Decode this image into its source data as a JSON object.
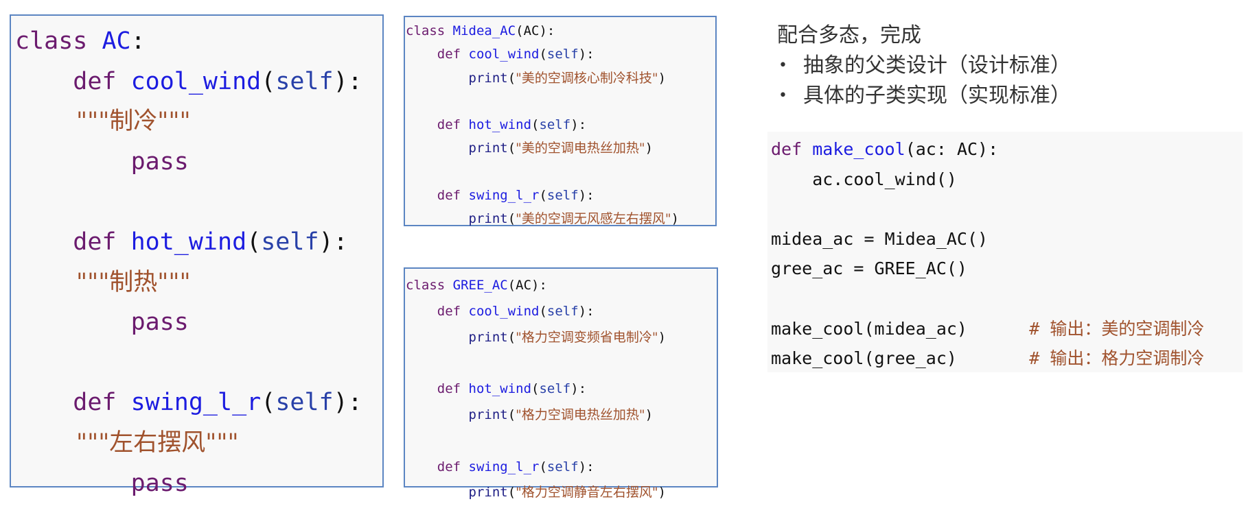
{
  "base_class": [
    [
      [
        "class ",
        "kw"
      ],
      [
        "AC",
        "fn"
      ],
      [
        ":",
        "pl"
      ]
    ],
    [
      [
        "    def ",
        "kw"
      ],
      [
        "cool_wind",
        "fn"
      ],
      [
        "(",
        "pl"
      ],
      [
        "self",
        "self"
      ],
      [
        "):",
        "pl"
      ]
    ],
    [
      [
        "        \"\"\"制冷\"\"\"",
        "str"
      ]
    ],
    [
      [
        "        pass",
        "kw"
      ]
    ],
    [
      [
        "",
        ""
      ]
    ],
    [
      [
        "    def ",
        "kw"
      ],
      [
        "hot_wind",
        "fn"
      ],
      [
        "(",
        "pl"
      ],
      [
        "self",
        "self"
      ],
      [
        "):",
        "pl"
      ]
    ],
    [
      [
        "        \"\"\"制热\"\"\"",
        "str"
      ]
    ],
    [
      [
        "        pass",
        "kw"
      ]
    ],
    [
      [
        "",
        ""
      ]
    ],
    [
      [
        "    def ",
        "kw"
      ],
      [
        "swing_l_r",
        "fn"
      ],
      [
        "(",
        "pl"
      ],
      [
        "self",
        "self"
      ],
      [
        "):",
        "pl"
      ]
    ],
    [
      [
        "        \"\"\"左右摆风\"\"\"",
        "str"
      ]
    ],
    [
      [
        "        pass",
        "kw"
      ]
    ]
  ],
  "midea_class": [
    [
      [
        "class ",
        "kw"
      ],
      [
        "Midea_AC",
        "fn"
      ],
      [
        "(AC):",
        "pl"
      ]
    ],
    [
      [
        "    def ",
        "kw"
      ],
      [
        "cool_wind",
        "fn"
      ],
      [
        "(",
        "pl"
      ],
      [
        "self",
        "self"
      ],
      [
        "):",
        "pl"
      ]
    ],
    [
      [
        "        print",
        "bi"
      ],
      [
        "(",
        "pl"
      ],
      [
        "\"美的空调核心制冷科技\"",
        "str"
      ],
      [
        ")",
        "pl"
      ]
    ],
    [
      [
        "",
        ""
      ]
    ],
    [
      [
        "    def ",
        "kw"
      ],
      [
        "hot_wind",
        "fn"
      ],
      [
        "(",
        "pl"
      ],
      [
        "self",
        "self"
      ],
      [
        "):",
        "pl"
      ]
    ],
    [
      [
        "        print",
        "bi"
      ],
      [
        "(",
        "pl"
      ],
      [
        "\"美的空调电热丝加热\"",
        "str"
      ],
      [
        ")",
        "pl"
      ]
    ],
    [
      [
        "",
        ""
      ]
    ],
    [
      [
        "    def ",
        "kw"
      ],
      [
        "swing_l_r",
        "fn"
      ],
      [
        "(",
        "pl"
      ],
      [
        "self",
        "self"
      ],
      [
        "):",
        "pl"
      ]
    ],
    [
      [
        "        print",
        "bi"
      ],
      [
        "(",
        "pl"
      ],
      [
        "\"美的空调无风感左右摆风\"",
        "str"
      ],
      [
        ")",
        "pl"
      ]
    ]
  ],
  "gree_class": [
    [
      [
        "class ",
        "kw"
      ],
      [
        "GREE_AC",
        "fn"
      ],
      [
        "(AC):",
        "pl"
      ]
    ],
    [
      [
        "    def ",
        "kw"
      ],
      [
        "cool_wind",
        "fn"
      ],
      [
        "(",
        "pl"
      ],
      [
        "self",
        "self"
      ],
      [
        "):",
        "pl"
      ]
    ],
    [
      [
        "        print",
        "bi"
      ],
      [
        "(",
        "pl"
      ],
      [
        "\"格力空调变频省电制冷\"",
        "str"
      ],
      [
        ")",
        "pl"
      ]
    ],
    [
      [
        "",
        ""
      ]
    ],
    [
      [
        "    def ",
        "kw"
      ],
      [
        "hot_wind",
        "fn"
      ],
      [
        "(",
        "pl"
      ],
      [
        "self",
        "self"
      ],
      [
        "):",
        "pl"
      ]
    ],
    [
      [
        "        print",
        "bi"
      ],
      [
        "(",
        "pl"
      ],
      [
        "\"格力空调电热丝加热\"",
        "str"
      ],
      [
        ")",
        "pl"
      ]
    ],
    [
      [
        "",
        ""
      ]
    ],
    [
      [
        "    def ",
        "kw"
      ],
      [
        "swing_l_r",
        "fn"
      ],
      [
        "(",
        "pl"
      ],
      [
        "self",
        "self"
      ],
      [
        "):",
        "pl"
      ]
    ],
    [
      [
        "        print",
        "bi"
      ],
      [
        "(",
        "pl"
      ],
      [
        "\"格力空调静音左右摆风\"",
        "str"
      ],
      [
        ")",
        "pl"
      ]
    ]
  ],
  "heading": {
    "title": "配合多态，完成",
    "bullets": [
      "抽象的父类设计（设计标准）",
      "具体的子类实现（实现标准）"
    ],
    "bullet_symbol": "•"
  },
  "main_code": [
    [
      [
        "def ",
        "kw"
      ],
      [
        "make_cool",
        "fn"
      ],
      [
        "(ac: AC):",
        "pl"
      ]
    ],
    [
      [
        "    ac.cool_wind()",
        "pl"
      ]
    ],
    [
      [
        "",
        ""
      ]
    ],
    [
      [
        "midea_ac = Midea_AC()",
        "pl"
      ]
    ],
    [
      [
        "gree_ac = GREE_AC()",
        "pl"
      ]
    ],
    [
      [
        "",
        ""
      ]
    ],
    [
      [
        "make_cool(midea_ac)      ",
        "pl"
      ],
      [
        "# 输出：美的空调制冷",
        "cm"
      ]
    ],
    [
      [
        "make_cool(gree_ac)       ",
        "pl"
      ],
      [
        "# 输出：格力空调制冷",
        "cm"
      ]
    ]
  ]
}
